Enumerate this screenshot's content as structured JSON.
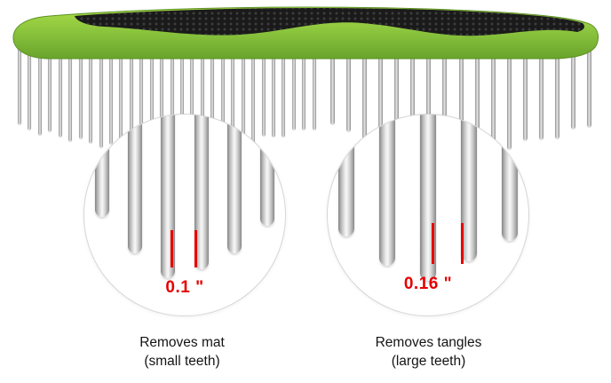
{
  "comb": {
    "handle_color": "#8cc63e",
    "grip_color": "#1a1a1a",
    "teeth_color": "#c0c0c0",
    "fine_teeth_count": 30,
    "coarse_teeth_count": 17
  },
  "magnifiers": [
    {
      "id": "small-teeth",
      "zoom_teeth_count": 6,
      "measurement": "0.1 \"",
      "caption_line1": "Removes mat",
      "caption_line2": "(small teeth)"
    },
    {
      "id": "large-teeth",
      "zoom_teeth_count": 5,
      "measurement": "0.16 \"",
      "caption_line1": "Removes tangles",
      "caption_line2": "(large teeth)"
    }
  ],
  "measurement_color": "#e60000"
}
